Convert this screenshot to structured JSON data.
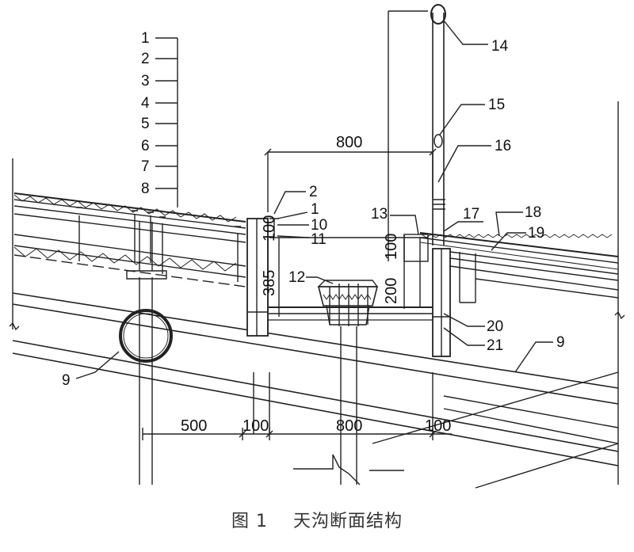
{
  "caption": {
    "figure": "图 1",
    "title": "天沟断面结构"
  },
  "labels": {
    "l1": "1",
    "l2": "2",
    "l3": "3",
    "l4": "4",
    "l5": "5",
    "l6": "6",
    "l7": "7",
    "l8": "8",
    "l2b": "2",
    "l1b": "1",
    "l10": "10",
    "l11": "11",
    "l12": "12",
    "l13": "13",
    "l14": "14",
    "l15": "15",
    "l16": "16",
    "l17": "17",
    "l18": "18",
    "l19": "19",
    "l20": "20",
    "l21": "21",
    "l9a": "9",
    "l9b": "9"
  },
  "dimensions": {
    "top_width": "800",
    "d100_left": "100",
    "d385": "385",
    "d200": "200",
    "d100_right": "100",
    "b500": "500",
    "b100a": "100",
    "b800": "800",
    "b100b": "100"
  }
}
